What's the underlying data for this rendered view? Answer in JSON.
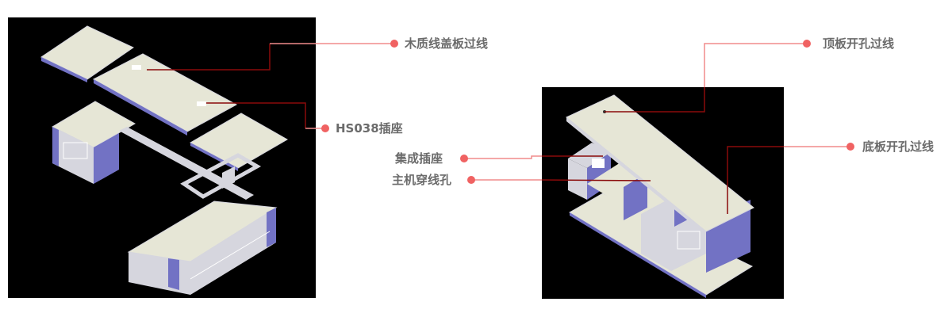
{
  "colors": {
    "panel_bg": "#000000",
    "board": "#e6e6d6",
    "side": "#7272c4",
    "edge": "#d6d6de",
    "leader_outside": "#f08c8c",
    "leader_inside": "#8a0a0a",
    "dot": "#f06262",
    "label": "#6b6b6b"
  },
  "left_figure": {
    "callouts": [
      {
        "id": "wood-cover",
        "label": "木质线盖板过线"
      },
      {
        "id": "hs038",
        "label": "HS038插座"
      }
    ]
  },
  "right_figure": {
    "callouts": [
      {
        "id": "top-hole",
        "label": "顶板开孔过线"
      },
      {
        "id": "bottom-hole",
        "label": "底板开孔过线"
      },
      {
        "id": "integrated-socket",
        "label": "集成插座"
      },
      {
        "id": "host-hole",
        "label": "主机穿线孔"
      }
    ]
  }
}
